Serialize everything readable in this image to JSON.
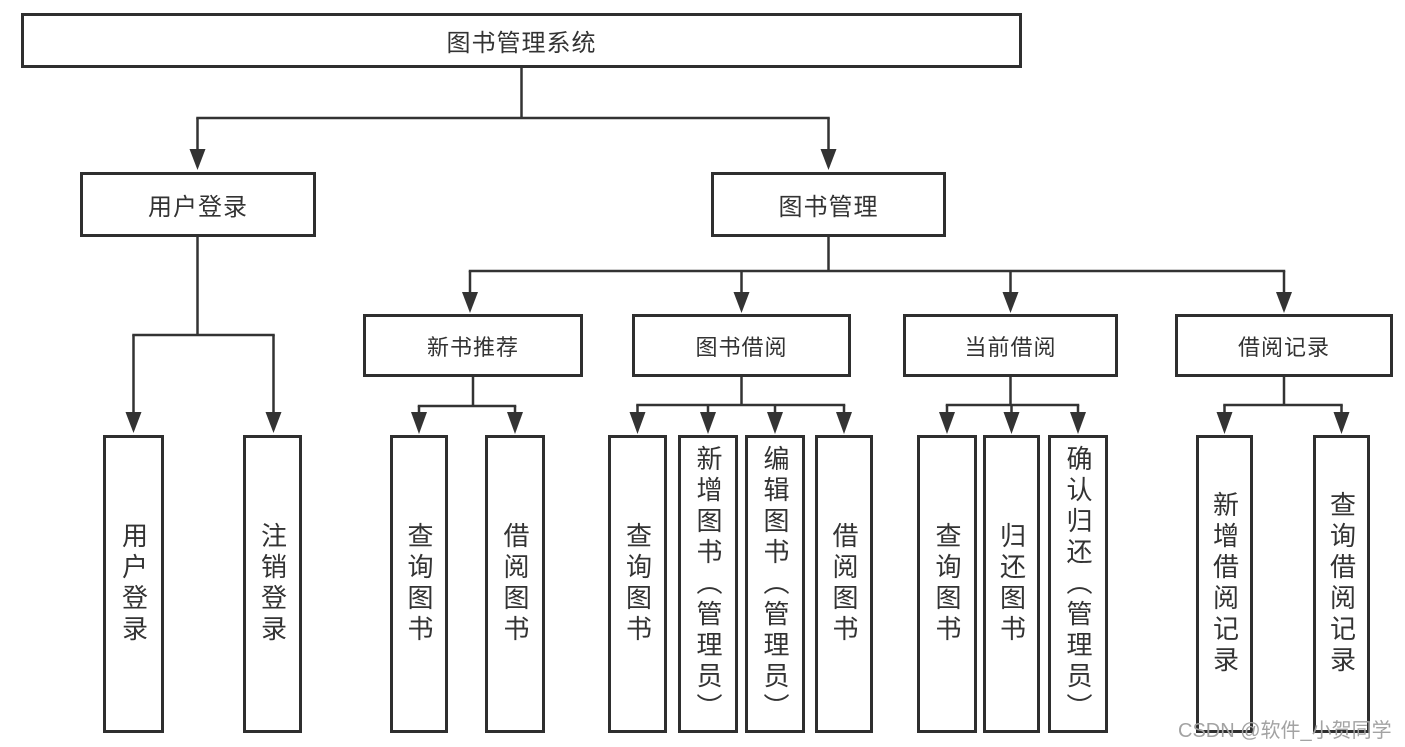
{
  "diagram": {
    "root": {
      "label": "图书管理系统",
      "children": [
        {
          "label": "用户登录",
          "children": [
            {
              "label": "用户登录"
            },
            {
              "label": "注销登录"
            }
          ]
        },
        {
          "label": "图书管理",
          "children": [
            {
              "label": "新书推荐",
              "children": [
                {
                  "label": "查询图书"
                },
                {
                  "label": "借阅图书"
                }
              ]
            },
            {
              "label": "图书借阅",
              "children": [
                {
                  "label": "查询图书"
                },
                {
                  "label": "新增图书（管理员）"
                },
                {
                  "label": "编辑图书（管理员）"
                },
                {
                  "label": "借阅图书"
                }
              ]
            },
            {
              "label": "当前借阅",
              "children": [
                {
                  "label": "查询图书"
                },
                {
                  "label": "归还图书"
                },
                {
                  "label": "确认归还（管理员）"
                }
              ]
            },
            {
              "label": "借阅记录",
              "children": [
                {
                  "label": "新增借阅记录"
                },
                {
                  "label": "查询借阅记录"
                }
              ]
            }
          ]
        }
      ]
    }
  },
  "watermark": {
    "text": "CSDN @软件_小贺同学"
  },
  "colors": {
    "line": "#333333",
    "box_border": "#2f2f2f",
    "text": "#333333",
    "watermark": "#a3a3a3",
    "background": "#ffffff"
  }
}
